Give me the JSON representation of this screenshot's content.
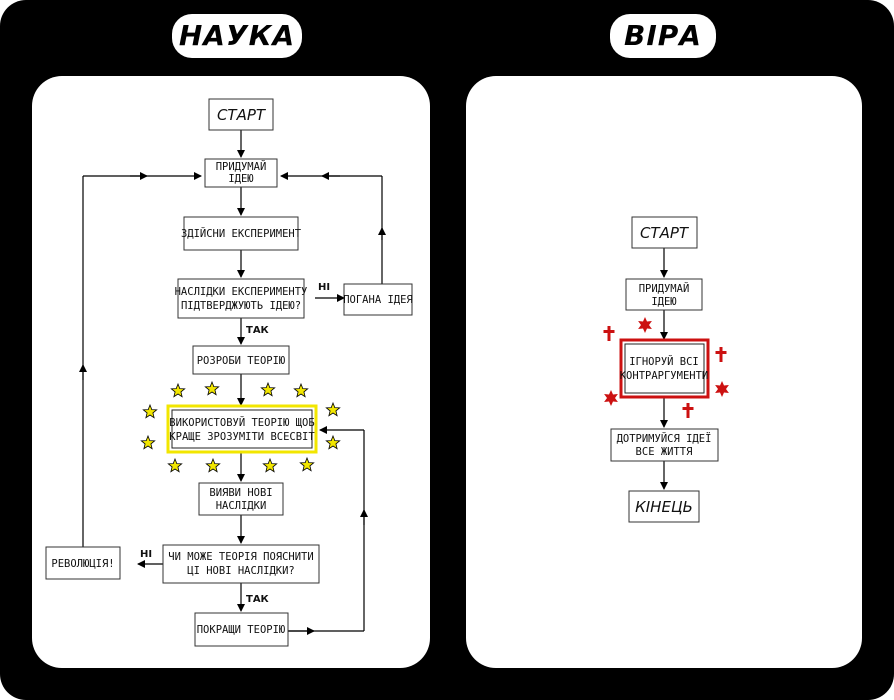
{
  "titles": {
    "science": "НАУКА",
    "faith": "ВІРА"
  },
  "science": {
    "start": "СТАРТ",
    "idea": [
      "ПРИДУМАЙ",
      "ІДЕЮ"
    ],
    "experiment": "ЗДІЙСНИ ЕКСПЕРИМЕНТ",
    "question1": [
      "НАСЛІДКИ ЕКСПЕРИМЕНТУ",
      "ПІДТВЕРДЖУЮТЬ ІДЕЮ?"
    ],
    "no1": "НІ",
    "bad_idea": "ПОГАНА ІДЕЯ",
    "yes1": "ТАК",
    "theory": "РОЗРОБИ ТЕОРІЮ",
    "use_theory": [
      "ВИКОРИСТОВУЙ ТЕОРІЮ ЩОБ",
      "КРАЩЕ ЗРОЗУМІТИ ВСЕСВІТ"
    ],
    "new_consequences": [
      "ВИЯВИ НОВІ",
      "НАСЛІДКИ"
    ],
    "question2": [
      "ЧИ МОЖЕ ТЕОРІЯ ПОЯСНИТИ",
      "ЦІ НОВІ НАСЛІДКИ?"
    ],
    "no2": "НІ",
    "revolution": "РЕВОЛЮЦІЯ!",
    "yes2": "ТАК",
    "improve": "ПОКРАЩИ ТЕОРІЮ"
  },
  "faith": {
    "start": "СТАРТ",
    "idea": [
      "ПРИДУМАЙ",
      "ІДЕЮ"
    ],
    "ignore": [
      "ІГНОРУЙ ВСІ",
      "КОНТРАРГУМЕНТИ"
    ],
    "stick": [
      "ДОТРИМУЙСЯ ІДЕЇ",
      "ВСЕ ЖИТТЯ"
    ],
    "end": "КІНЕЦЬ"
  },
  "colors": {
    "highlight_yellow": "#f2e600",
    "highlight_red": "#cc1111",
    "background": "#000000"
  }
}
